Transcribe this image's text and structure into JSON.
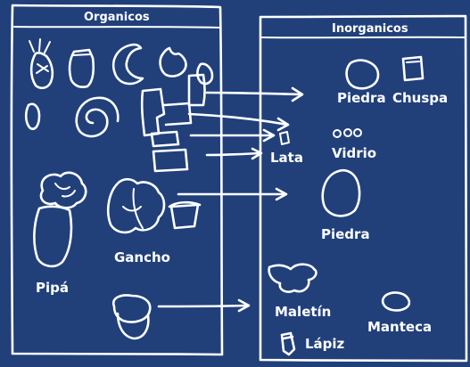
{
  "panels": {
    "left": {
      "header": "Organicos"
    },
    "right": {
      "header": "Inorganicos"
    }
  },
  "labels": {
    "pipa": "Pipá",
    "gancho": "Gancho",
    "piedra_top": "Piedra",
    "chuspa": "Chuspa",
    "lata": "Lata",
    "vidrio": "Vidrio",
    "piedra_mid": "Piedra",
    "maletin": "Maletín",
    "manteca": "Manteca",
    "lapiz": "Lápiz"
  },
  "colors": {
    "board": "#21407a",
    "chalk": "#ffffff"
  }
}
